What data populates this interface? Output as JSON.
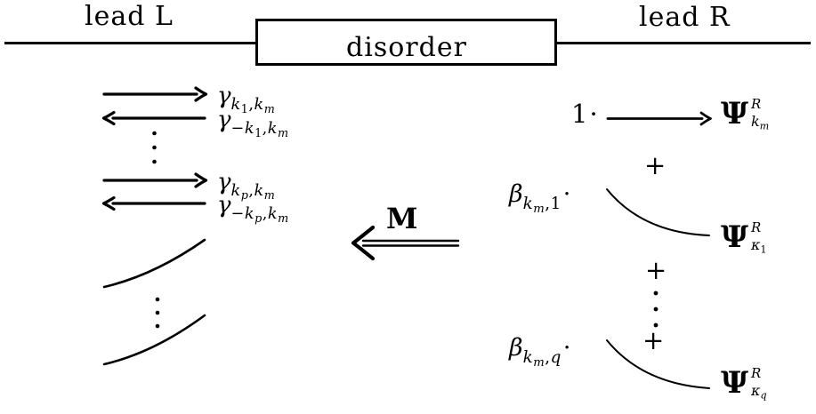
{
  "figure": {
    "top": {
      "lead_left": "lead L",
      "box_label": "disorder",
      "lead_right": "lead R"
    },
    "left_lead": {
      "modes": [
        {
          "base": "γ",
          "sign": "",
          "s1": "k",
          "i1": "1",
          "comma": ",",
          "s2": "k",
          "i2": "m"
        },
        {
          "base": "γ",
          "sign": "−",
          "s1": "k",
          "i1": "1",
          "comma": ",",
          "s2": "k",
          "i2": "m"
        },
        {
          "base": "γ",
          "sign": "",
          "s1": "k",
          "i1": "p",
          "comma": ",",
          "s2": "k",
          "i2": "m"
        },
        {
          "base": "γ",
          "sign": "−",
          "s1": "k",
          "i1": "p",
          "comma": ",",
          "s2": "k",
          "i2": "m"
        }
      ]
    },
    "matrix_label": "M",
    "right_lead": {
      "plus": "+",
      "term1": {
        "coeff": "1",
        "cdot": "·",
        "psi": {
          "base": "Ψ",
          "sup": "R",
          "sub": "k",
          "subsub": "m"
        }
      },
      "term2": {
        "coeff_base": "β",
        "c_s1": "k",
        "c_ss1": "m",
        "c_comma": ",",
        "c_idx": "1",
        "cdot": "·",
        "psi": {
          "base": "Ψ",
          "sup": "R",
          "sub": "κ",
          "subsub": "1"
        }
      },
      "term3": {
        "coeff_base": "β",
        "c_s1": "k",
        "c_ss1": "m",
        "c_comma": ",",
        "c_idx": "q",
        "cdot": "·",
        "psi": {
          "base": "Ψ",
          "sup": "R",
          "sub": "κ",
          "subsub": "q"
        }
      }
    },
    "symbols": {
      "vdots": "⋮"
    },
    "colors": {
      "ink": "#000000",
      "background": "#ffffff"
    }
  }
}
